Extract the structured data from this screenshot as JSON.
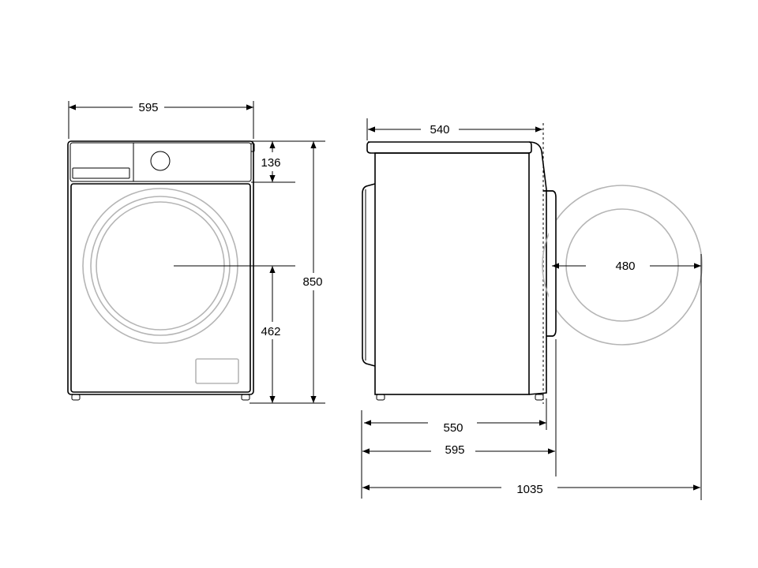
{
  "dimensions": {
    "front_width": "595",
    "front_panel_height": "136",
    "front_total_height": "850",
    "door_center_height": "462",
    "side_top_depth": "540",
    "door_diameter": "480",
    "side_body_depth": "550",
    "side_depth_with_door": "595",
    "side_depth_door_open": "1035"
  }
}
